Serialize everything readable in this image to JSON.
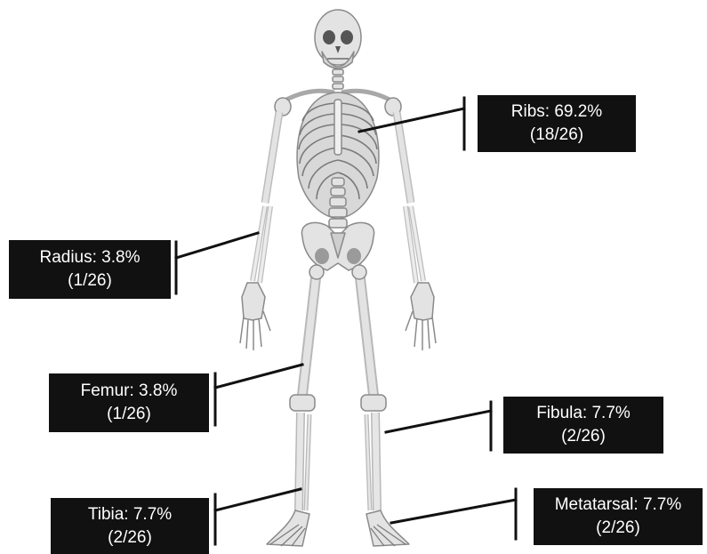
{
  "figure": {
    "background_color": "#ffffff",
    "box_color": "#111111",
    "box_text_color": "#ffffff",
    "leader_color": "#111111",
    "bone_color": "#e3e3e3",
    "bone_outline": "#8a8a8a"
  },
  "labels": {
    "ribs": {
      "line1": "Ribs: 69.2%",
      "line2": "(18/26)"
    },
    "radius": {
      "line1": "Radius: 3.8%",
      "line2": "(1/26)"
    },
    "femur": {
      "line1": "Femur: 3.8%",
      "line2": "(1/26)"
    },
    "fibula": {
      "line1": "Fibula: 7.7%",
      "line2": "(2/26)"
    },
    "tibia": {
      "line1": "Tibia: 7.7%",
      "line2": "(2/26)"
    },
    "metatarsal": {
      "line1": "Metatarsal: 7.7%",
      "line2": "(2/26)"
    }
  }
}
